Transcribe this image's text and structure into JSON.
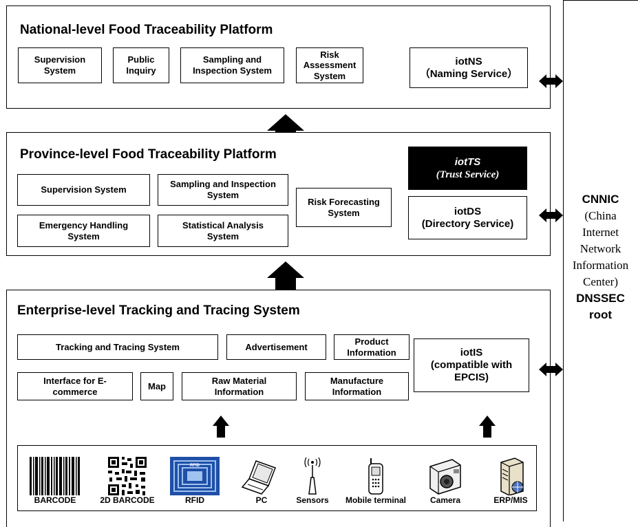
{
  "national": {
    "title": "National-level Food Traceability Platform",
    "boxes": [
      "Supervision\nSystem",
      "Public\nInquiry",
      "Sampling and\nInspection System",
      "Risk\nAssessment\nSystem"
    ],
    "iotns_line1": "iotNS",
    "iotns_line2": "（Naming Service）"
  },
  "province": {
    "title": "Province-level Food Traceability Platform",
    "boxes": [
      "Supervision System",
      "Sampling and Inspection\nSystem",
      "Emergency Handling\nSystem",
      "Statistical Analysis\nSystem",
      "Risk Forecasting\nSystem"
    ],
    "iotts_line1": "iotTS",
    "iotts_line2": "(Trust Service)",
    "iotds_line1": "iotDS",
    "iotds_line2": "(Directory Service)"
  },
  "enterprise": {
    "title": "Enterprise-level Tracking and Tracing System",
    "boxes": [
      "Tracking and Tracing System",
      "Advertisement",
      "Product\nInformation",
      "Interface for E-\ncommerce",
      "Map",
      "Raw Material\nInformation",
      "Manufacture\nInformation"
    ],
    "iotis": "iotIS\n(compatible with\nEPCIS)",
    "devices": [
      "BARCODE",
      "2D BARCODE",
      "RFID",
      "PC",
      "Sensors",
      "Mobile terminal",
      "Camera",
      "ERP/MIS"
    ],
    "rfid_tag": "RFID"
  },
  "cnnic": {
    "line1": "CNNIC",
    "line2": "(China",
    "line3": "Internet",
    "line4": "Network",
    "line5": "Information",
    "line6": "Center)",
    "line7": "DNSSEC",
    "line8": "root"
  },
  "colors": {
    "line": "#000000",
    "rfid_blue": "#1f4fa8",
    "rfid_light": "#9fc3ee"
  }
}
